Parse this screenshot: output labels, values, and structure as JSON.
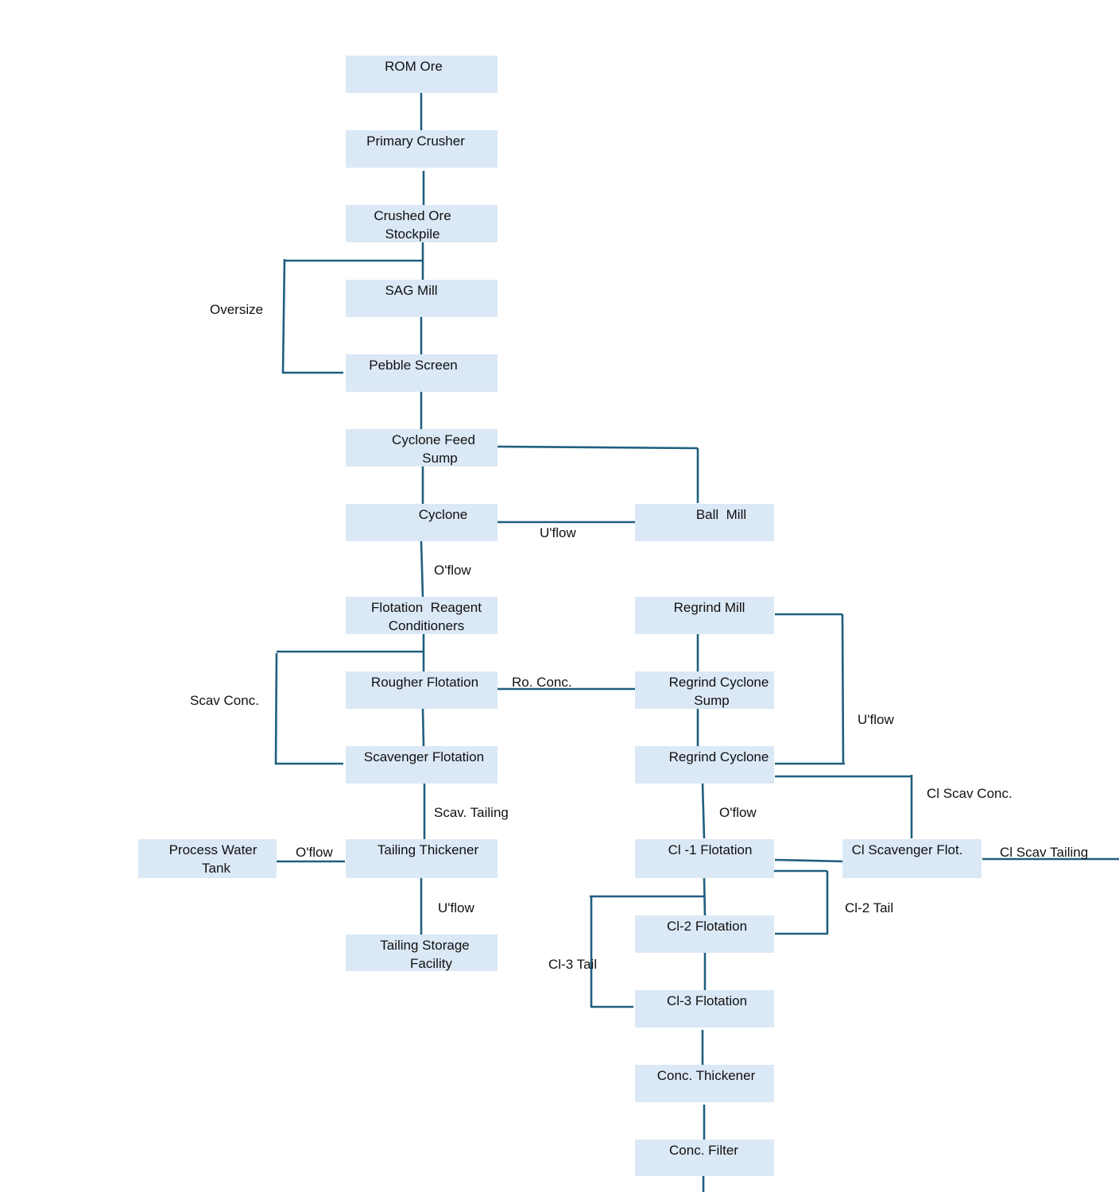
{
  "nodes": {
    "rom_ore": [
      "ROM Ore"
    ],
    "primary_crusher": [
      "Primary Crusher"
    ],
    "crushed_ore_stockpile": [
      "Crushed Ore",
      "Stockpile"
    ],
    "sag_mill": [
      "SAG Mill"
    ],
    "pebble_screen": [
      "Pebble Screen"
    ],
    "cyclone_feed_sump": [
      "Cyclone Feed",
      "Sump"
    ],
    "cyclone": [
      "Cyclone"
    ],
    "ball_mill": [
      "Ball  Mill"
    ],
    "flotation_reagent_conditioners": [
      "Flotation  Reagent",
      "Conditioners"
    ],
    "rougher_flotation": [
      "Rougher Flotation"
    ],
    "scavenger_flotation": [
      "Scavenger Flotation"
    ],
    "tailing_thickener": [
      "Tailing Thickener"
    ],
    "process_water_tank": [
      "Process Water",
      "Tank"
    ],
    "tailing_storage_facility": [
      "Tailing Storage",
      "Facility"
    ],
    "regrind_mill": [
      "Regrind Mill"
    ],
    "regrind_cyclone_sump": [
      "Regrind Cyclone",
      "Sump"
    ],
    "regrind_cyclone": [
      "Regrind Cyclone"
    ],
    "cl1_flotation": [
      "Cl -1 Flotation"
    ],
    "cl_scavenger_flot": [
      "Cl Scavenger Flot."
    ],
    "cl2_flotation": [
      "Cl-2 Flotation"
    ],
    "cl3_flotation": [
      "Cl-3 Flotation"
    ],
    "conc_thickener": [
      "Conc. Thickener"
    ],
    "conc_filter": [
      "Conc. Filter"
    ]
  },
  "labels": {
    "oversize": "Oversize",
    "uflow_ball_mill": "U'flow",
    "oflow_cyclone": "O'flow",
    "ro_conc": "Ro. Conc.",
    "scav_conc": "Scav Conc.",
    "scav_tailing": "Scav. Tailing",
    "oflow_thickener": "O'flow",
    "uflow_tailing": "U'flow",
    "uflow_regrind": "U'flow",
    "cl_scav_conc": "Cl Scav Conc.",
    "oflow_regrind": "O'flow",
    "cl_scav_tailing": "Cl Scav Tailing",
    "cl2_tail": "Cl-2 Tail",
    "cl3_tail": "Cl-3 Tail"
  },
  "colors": {
    "box_fill": "#dbe8f6",
    "line": "#1f5f7f"
  }
}
